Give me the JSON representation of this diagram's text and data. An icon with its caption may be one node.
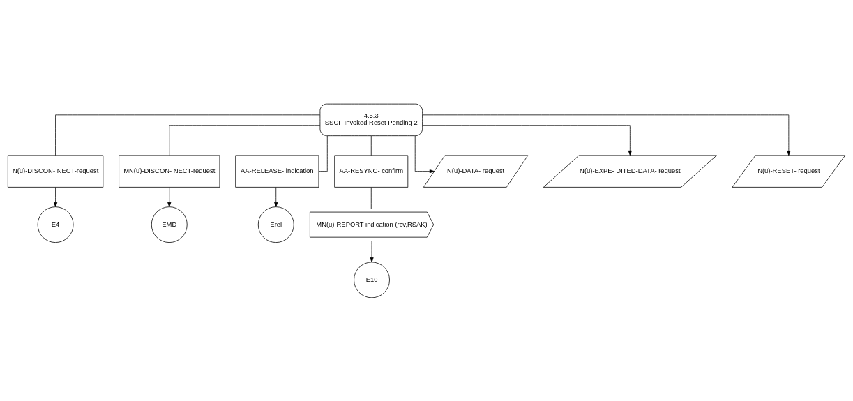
{
  "diagram": {
    "nodes": [
      {
        "text": [
          "4.5.3",
          "SSCF Invoked Reset Pending 2"
        ]
      },
      {
        "text": [
          "N(u)-DISCON- NECT-request"
        ]
      },
      {
        "text": [
          "MN(u)-DISCON- NECT-request"
        ]
      },
      {
        "text": [
          "AA-RELEASE- indication"
        ]
      },
      {
        "text": [
          "AA-RESYNC- confirm"
        ]
      },
      {
        "text": [
          "E4"
        ]
      },
      {
        "text": [
          "EMD"
        ]
      },
      {
        "text": [
          "Erel"
        ]
      },
      {
        "text": [
          "MN(u)-REPORT indication (rcv,RSAK)"
        ]
      },
      {
        "text": [
          "E10"
        ]
      },
      {
        "text": [
          "N(u)-DATA- request"
        ]
      },
      {
        "text": [
          "N(u)-EXPE- DITED-DATA- request"
        ]
      },
      {
        "text": [
          "N(u)-RESET- request"
        ]
      }
    ],
    "edges": [
      {
        "from": 0,
        "to": 10,
        "arrow": "to"
      },
      {
        "from": 0,
        "to": 1,
        "arrow": "none"
      },
      {
        "from": 0,
        "to": 2,
        "arrow": "none"
      },
      {
        "from": 0,
        "to": 3,
        "arrow": "none"
      },
      {
        "from": 0,
        "to": 4,
        "arrow": "none"
      },
      {
        "from": 0,
        "to": 11,
        "arrow": "to"
      },
      {
        "from": 0,
        "to": 12,
        "arrow": "to"
      },
      {
        "from": 1,
        "to": 5,
        "arrow": "to"
      },
      {
        "from": 2,
        "to": 6,
        "arrow": "to"
      },
      {
        "from": 3,
        "to": 7,
        "arrow": "to"
      },
      {
        "from": 4,
        "to": 8,
        "arrow": "none"
      },
      {
        "from": 8,
        "to": 9,
        "arrow": "to"
      }
    ]
  }
}
